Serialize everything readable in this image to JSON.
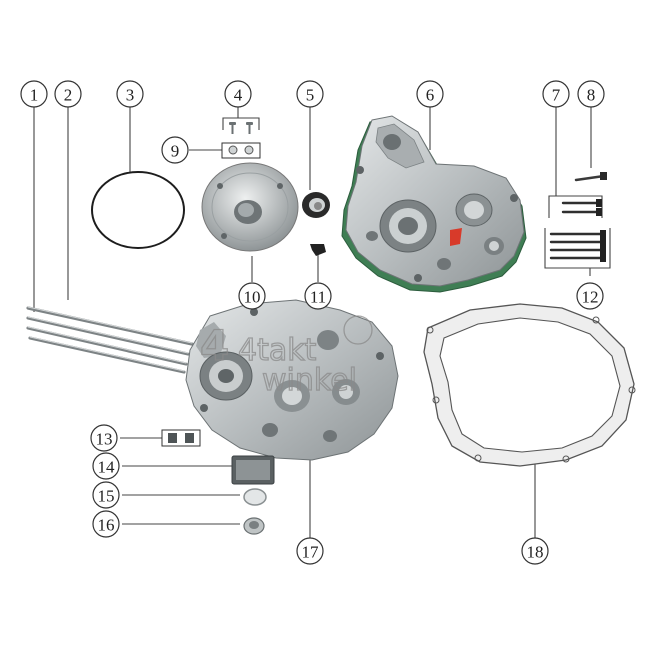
{
  "callouts": [
    {
      "id": "1",
      "label": "1",
      "part": "long-bolt"
    },
    {
      "id": "2",
      "label": "2",
      "part": "long-bolt"
    },
    {
      "id": "3",
      "label": "3",
      "part": "o-ring"
    },
    {
      "id": "4",
      "label": "4",
      "part": "screw"
    },
    {
      "id": "5",
      "label": "5",
      "part": "oil-seal"
    },
    {
      "id": "6",
      "label": "6",
      "part": "right-crankcase"
    },
    {
      "id": "7",
      "label": "7",
      "part": "bolt"
    },
    {
      "id": "8",
      "label": "8",
      "part": "bolt"
    },
    {
      "id": "9",
      "label": "9",
      "part": "washer"
    },
    {
      "id": "10",
      "label": "10",
      "part": "oil-pump-cover"
    },
    {
      "id": "11",
      "label": "11",
      "part": "clip"
    },
    {
      "id": "12",
      "label": "12",
      "part": "bolt-set"
    },
    {
      "id": "13",
      "label": "13",
      "part": "dowel-pin"
    },
    {
      "id": "14",
      "label": "14",
      "part": "oil-filter-screen"
    },
    {
      "id": "15",
      "label": "15",
      "part": "washer"
    },
    {
      "id": "16",
      "label": "16",
      "part": "drain-plug"
    },
    {
      "id": "17",
      "label": "17",
      "part": "left-crankcase"
    },
    {
      "id": "18",
      "label": "18",
      "part": "crankcase-gasket"
    }
  ],
  "watermark": {
    "line1": "4takt",
    "line2": "winkel"
  },
  "colors": {
    "line": "#444444",
    "aluminum": "#c8cccd",
    "aluminum_dark": "#8d9395",
    "green_paint": "#3d7d52",
    "gasket": "#ececec",
    "red_accent": "#d83a2a"
  }
}
